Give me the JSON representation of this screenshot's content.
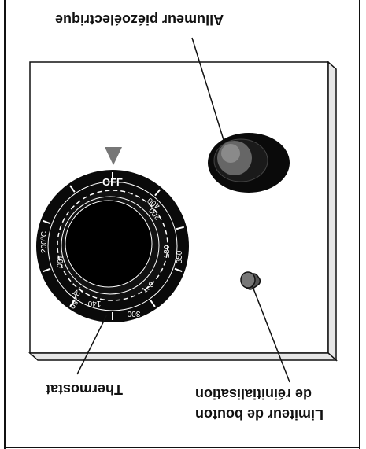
{
  "labels": {
    "igniter": "Allumeur piézoélectrique",
    "thermostat": "Thermostat",
    "reset_line1": "Limiteur de bouton",
    "reset_line2": "de réinitialisation"
  },
  "dial": {
    "off": "OFF",
    "outer_scale": [
      "400",
      "350",
      "300",
      "250"
    ],
    "inner_scale": [
      "200",
      "180",
      "160",
      "140",
      "120",
      "100"
    ],
    "unit": "200°C"
  },
  "colors": {
    "line": "#111111",
    "panel": "#ffffff",
    "indicator": "#777777",
    "knob_body": "#0a0a0a",
    "igniter_cap": "#666666"
  }
}
